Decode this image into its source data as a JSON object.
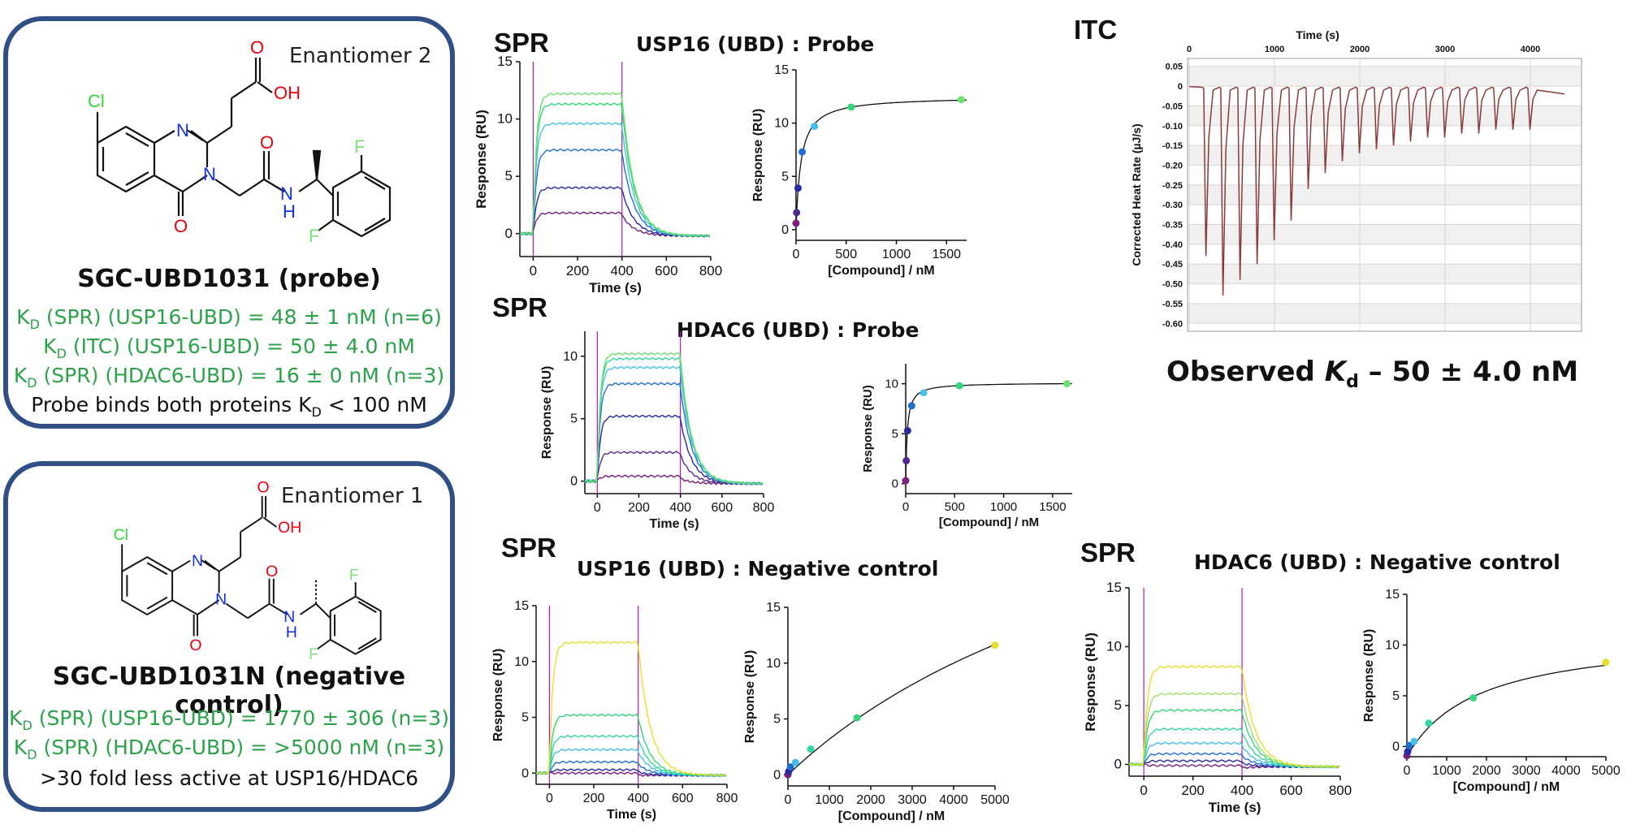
{
  "left_cards": [
    {
      "enantiomer": "Enantiomer 2",
      "name": "SGC-UBD1031 (probe)",
      "lines": [
        {
          "prefix": "K",
          "sub": "D",
          "text": " (SPR) (USP16-UBD) = 48 ± 1 nM (n=6)"
        },
        {
          "prefix": "K",
          "sub": "D",
          "text": " (ITC) (USP16-UBD) = 50 ±  4.0 nM"
        },
        {
          "prefix": "K",
          "sub": "D",
          "text": " (SPR) (HDAC6-UBD) = 16 ± 0 nM (n=3)"
        }
      ],
      "note_pre": "Probe binds both proteins K",
      "note_sub": "D",
      "note_post": " < 100 nM"
    },
    {
      "enantiomer": "Enantiomer 1",
      "name": "SGC-UBD1031N (negative control)",
      "lines": [
        {
          "prefix": "K",
          "sub": "D",
          "text": " (SPR) (USP16-UBD) = 1770 ± 306 (n=3)"
        },
        {
          "prefix": "K",
          "sub": "D",
          "text": " (SPR) (HDAC6-UBD) = >5000 nM (n=3)"
        }
      ],
      "note": ">30 fold less active at USP16/HDAC6"
    }
  ],
  "molecule_labels": {
    "cl": "Cl",
    "n": "N",
    "o": "O",
    "oh": "OH",
    "f": "F",
    "nh_n": "N",
    "nh_h": "H"
  },
  "sections": {
    "spr": "SPR",
    "itc": "ITC",
    "usp16_probe": "USP16 (UBD) : Probe",
    "hdac6_probe": "HDAC6 (UBD) : Probe",
    "usp16_neg": "USP16 (UBD) : Negative control",
    "hdac6_neg": "HDAC6 (UBD) : Negative control",
    "itc_result_pre": "Observed ",
    "itc_result_k": "K",
    "itc_result_sub": "d",
    "itc_result_post": " – 50 ±  4.0 nM"
  },
  "axis_labels": {
    "response": "Response (RU)",
    "time": "Time (s)",
    "compound": "[Compound] / nM",
    "itc_y": "Corrected Heat Rate (µJ/s)",
    "itc_x": "Time (s)"
  },
  "colors": {
    "card_border": "#2f4f86",
    "kd_green": "#2ca24a",
    "chlorine": "#33d633",
    "fluorine": "#7ee07e",
    "oxygen": "#e8000b",
    "nitrogen": "#1030e0",
    "itc_trace": "#8b3a3a"
  },
  "chart_data": [
    {
      "id": "usp16_probe_sensorgram",
      "type": "line",
      "xlabel": "Time (s)",
      "ylabel": "Response (RU)",
      "xlim": [
        -60,
        800
      ],
      "ylim": [
        -2,
        15
      ],
      "xticks": [
        0,
        200,
        400,
        600,
        800
      ],
      "yticks": [
        0,
        5,
        10,
        15
      ],
      "inject_start": 0,
      "inject_end": 400,
      "plateaus": [
        1.8,
        4.0,
        7.3,
        9.6,
        11.3,
        12.2
      ],
      "series_colors": [
        "#7a1f7a",
        "#2a2aa0",
        "#1f6fd0",
        "#46c0e8",
        "#33d67a",
        "#6ee06e"
      ]
    },
    {
      "id": "usp16_probe_binding",
      "type": "scatter",
      "xlabel": "[Compound] / nM",
      "ylabel": "Response (RU)",
      "xlim": [
        0,
        1700
      ],
      "ylim": [
        -1,
        15
      ],
      "xticks": [
        0,
        500,
        1000,
        1500
      ],
      "yticks": [
        0,
        5,
        10,
        15
      ],
      "x": [
        0,
        6,
        20,
        61,
        183,
        549,
        1647
      ],
      "y": [
        0.6,
        1.6,
        3.9,
        7.3,
        9.7,
        11.5,
        12.2
      ],
      "colors": [
        "#7a1f7a",
        "#4a2a8a",
        "#2a2aa0",
        "#1f6fd0",
        "#46c0e8",
        "#33d67a",
        "#6ee06e"
      ],
      "fit": {
        "bmax": 12.5,
        "kd": 48
      }
    },
    {
      "id": "hdac6_probe_sensorgram",
      "type": "line",
      "xlabel": "Time (s)",
      "ylabel": "Response (RU)",
      "xlim": [
        -60,
        800
      ],
      "ylim": [
        -1,
        12
      ],
      "xticks": [
        0,
        200,
        400,
        600,
        800
      ],
      "yticks": [
        0,
        5,
        10
      ],
      "inject_start": 0,
      "inject_end": 400,
      "plateaus": [
        0.4,
        2.3,
        5.2,
        7.8,
        9.1,
        9.8,
        10.2
      ],
      "series_colors": [
        "#7a1f7a",
        "#5a2a90",
        "#2a2aa0",
        "#1f6fd0",
        "#46c0e8",
        "#33d6a0",
        "#6ee06e"
      ]
    },
    {
      "id": "hdac6_probe_binding",
      "type": "scatter",
      "xlabel": "[Compound] / nM",
      "ylabel": "Response (RU)",
      "xlim": [
        0,
        1700
      ],
      "ylim": [
        -1,
        12
      ],
      "xticks": [
        0,
        500,
        1000,
        1500
      ],
      "yticks": [
        0,
        5,
        10
      ],
      "x": [
        0,
        6,
        20,
        61,
        183,
        549,
        1647
      ],
      "y": [
        0.3,
        2.3,
        5.3,
        7.8,
        9.1,
        9.8,
        10.0
      ],
      "colors": [
        "#7a1f7a",
        "#4a2a8a",
        "#2a2aa0",
        "#1f6fd0",
        "#46c0e8",
        "#33d67a",
        "#6ee06e"
      ],
      "fit": {
        "bmax": 10.1,
        "kd": 16
      }
    },
    {
      "id": "itc_thermogram",
      "type": "line",
      "xlabel": "Time (s)",
      "ylabel": "Corrected Heat Rate (µJ/s)",
      "xlim": [
        -20,
        4600
      ],
      "ylim": [
        -0.62,
        0.07
      ],
      "xticks": [
        0,
        1000,
        2000,
        3000,
        4000
      ],
      "yticks": [
        0.05,
        0,
        -0.05,
        -0.1,
        -0.15,
        -0.2,
        -0.25,
        -0.3,
        -0.35,
        -0.4,
        -0.45,
        -0.5,
        -0.55,
        -0.6
      ],
      "injection_start": 170,
      "injection_interval": 200,
      "peak_depths": [
        -0.43,
        -0.53,
        -0.49,
        -0.45,
        -0.39,
        -0.34,
        -0.26,
        -0.22,
        -0.19,
        -0.17,
        -0.16,
        -0.15,
        -0.14,
        -0.13,
        -0.13,
        -0.12,
        -0.12,
        -0.11,
        -0.11,
        -0.11
      ],
      "trace_end": 4400
    },
    {
      "id": "usp16_neg_sensorgram",
      "type": "line",
      "xlabel": "Time (s)",
      "ylabel": "Response (RU)",
      "xlim": [
        -60,
        800
      ],
      "ylim": [
        -1,
        15
      ],
      "xticks": [
        0,
        200,
        400,
        600,
        800
      ],
      "yticks": [
        0,
        5,
        10,
        15
      ],
      "inject_start": 0,
      "inject_end": 400,
      "plateaus": [
        0.0,
        0.3,
        1.0,
        2.1,
        3.3,
        5.2,
        11.7
      ],
      "series_colors": [
        "#7a1f7a",
        "#2a2aa0",
        "#1f6fd0",
        "#46c0e8",
        "#33d6a0",
        "#33d67a",
        "#e8e028"
      ]
    },
    {
      "id": "usp16_neg_binding",
      "type": "scatter",
      "xlabel": "[Compound] / nM",
      "ylabel": "Response (RU)",
      "xlim": [
        0,
        5000
      ],
      "ylim": [
        -1,
        15
      ],
      "xticks": [
        0,
        1000,
        2000,
        3000,
        4000,
        5000
      ],
      "yticks": [
        0,
        5,
        10,
        15
      ],
      "x": [
        0,
        20,
        61,
        183,
        549,
        1667,
        5000
      ],
      "y": [
        0,
        0.3,
        0.7,
        1.1,
        2.3,
        5.1,
        11.6
      ],
      "colors": [
        "#7a1f7a",
        "#2a2aa0",
        "#1f6fd0",
        "#46c0e8",
        "#33d6a0",
        "#33d67a",
        "#e8e028"
      ],
      "fit": {
        "bmax": 35,
        "kd": 10000
      }
    },
    {
      "id": "hdac6_neg_sensorgram",
      "type": "line",
      "xlabel": "Time (s)",
      "ylabel": "Response (RU)",
      "xlim": [
        -60,
        800
      ],
      "ylim": [
        -1,
        15
      ],
      "xticks": [
        0,
        200,
        400,
        600,
        800
      ],
      "yticks": [
        0,
        5,
        10,
        15
      ],
      "inject_start": 0,
      "inject_end": 400,
      "plateaus": [
        -0.1,
        0.3,
        0.9,
        1.8,
        3.0,
        4.6,
        6.0,
        8.3
      ],
      "series_colors": [
        "#7a1f7a",
        "#2a2aa0",
        "#1f6fd0",
        "#46c0e8",
        "#33d6a0",
        "#33d67a",
        "#9ee06e",
        "#e8e028"
      ]
    },
    {
      "id": "hdac6_neg_binding",
      "type": "scatter",
      "xlabel": "[Compound] / nM",
      "ylabel": "Response (RU)",
      "xlim": [
        0,
        5000
      ],
      "ylim": [
        -1,
        15
      ],
      "xticks": [
        0,
        1000,
        2000,
        3000,
        4000,
        5000
      ],
      "yticks": [
        0,
        5,
        10,
        15
      ],
      "x": [
        0,
        20,
        61,
        183,
        549,
        1667,
        5000
      ],
      "y": [
        -0.9,
        -0.5,
        0.1,
        0.5,
        2.3,
        4.8,
        8.3
      ],
      "colors": [
        "#7a1f7a",
        "#2a2aa0",
        "#1f6fd0",
        "#46c0e8",
        "#33d6a0",
        "#33d67a",
        "#e8e028"
      ],
      "fit": {
        "bmax": 11.2,
        "kd": 1770,
        "offset": -1.0
      }
    }
  ]
}
